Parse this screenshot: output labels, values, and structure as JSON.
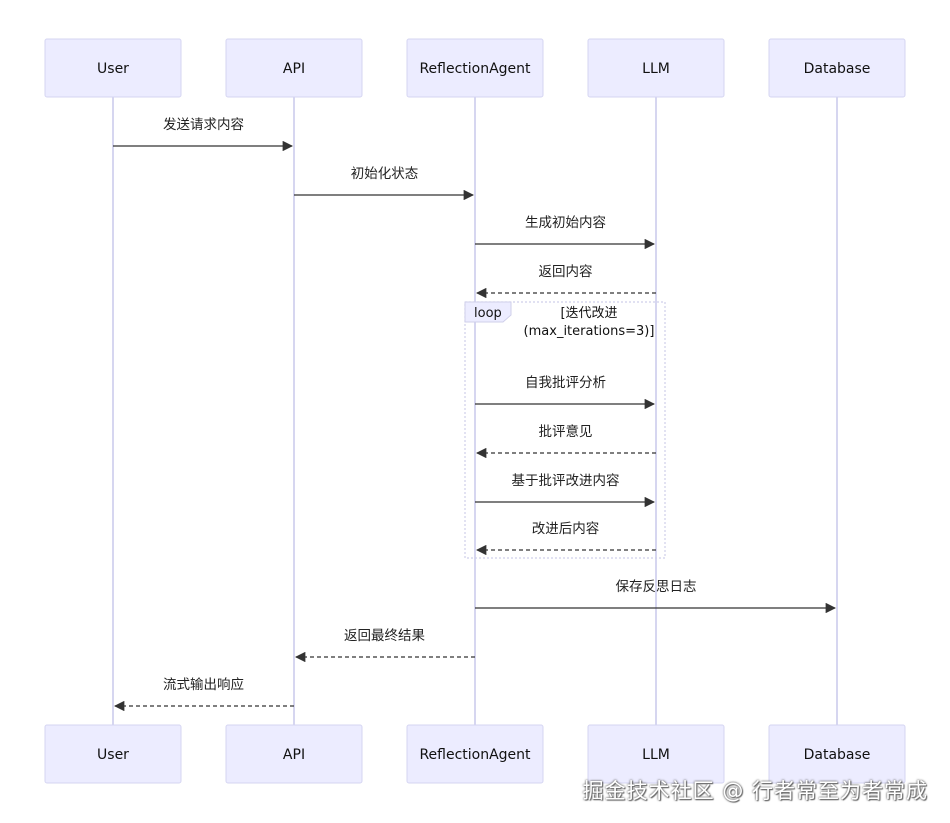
{
  "diagram": {
    "type": "sequence",
    "actors": [
      {
        "id": "user",
        "label": "User"
      },
      {
        "id": "api",
        "label": "API"
      },
      {
        "id": "agent",
        "label": "ReflectionAgent"
      },
      {
        "id": "llm",
        "label": "LLM"
      },
      {
        "id": "db",
        "label": "Database"
      }
    ],
    "messages": [
      {
        "from": "user",
        "to": "api",
        "text": "发送请求内容",
        "style": "solid"
      },
      {
        "from": "api",
        "to": "agent",
        "text": "初始化状态",
        "style": "solid"
      },
      {
        "from": "agent",
        "to": "llm",
        "text": "生成初始内容",
        "style": "solid"
      },
      {
        "from": "llm",
        "to": "agent",
        "text": "返回内容",
        "style": "dashed"
      },
      {
        "from": "agent",
        "to": "llm",
        "text": "自我批评分析",
        "style": "solid"
      },
      {
        "from": "llm",
        "to": "agent",
        "text": "批评意见",
        "style": "dashed"
      },
      {
        "from": "agent",
        "to": "llm",
        "text": "基于批评改进内容",
        "style": "solid"
      },
      {
        "from": "llm",
        "to": "agent",
        "text": "改进后内容",
        "style": "dashed"
      },
      {
        "from": "agent",
        "to": "db",
        "text": "保存反思日志",
        "style": "solid"
      },
      {
        "from": "agent",
        "to": "api",
        "text": "返回最终结果",
        "style": "dashed"
      },
      {
        "from": "api",
        "to": "user",
        "text": "流式输出响应",
        "style": "dashed"
      }
    ],
    "loop": {
      "label": "loop",
      "condition_line1": "[迭代改进",
      "condition_line2": "(max_iterations=3)]"
    }
  },
  "watermark": "掘金技术社区 @ 行者常至为者常成"
}
